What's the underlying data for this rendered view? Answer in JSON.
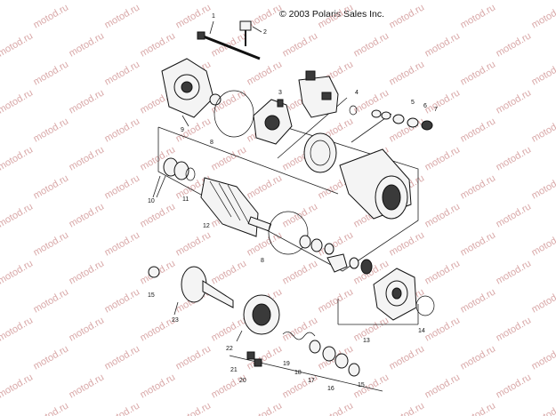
{
  "copyright": "© 2003 Polaris Sales Inc.",
  "watermark_text": "motod.ru",
  "callouts": {
    "n1": "1",
    "n2": "2",
    "n3": "3",
    "n4": "4",
    "n5": "5",
    "n6": "6",
    "n7": "7",
    "n8a": "8",
    "n8b": "8",
    "n9": "9",
    "n10": "10",
    "n11": "11",
    "n12": "12",
    "n13": "13",
    "n14": "14",
    "n15a": "15",
    "n15b": "15",
    "n16": "16",
    "n17": "17",
    "n18": "18",
    "n19": "19",
    "n20": "20",
    "n21": "21",
    "n22": "22",
    "n23": "23"
  },
  "colors": {
    "watermark": "#d9a8a8",
    "line": "#222222",
    "oring": "#111111"
  }
}
